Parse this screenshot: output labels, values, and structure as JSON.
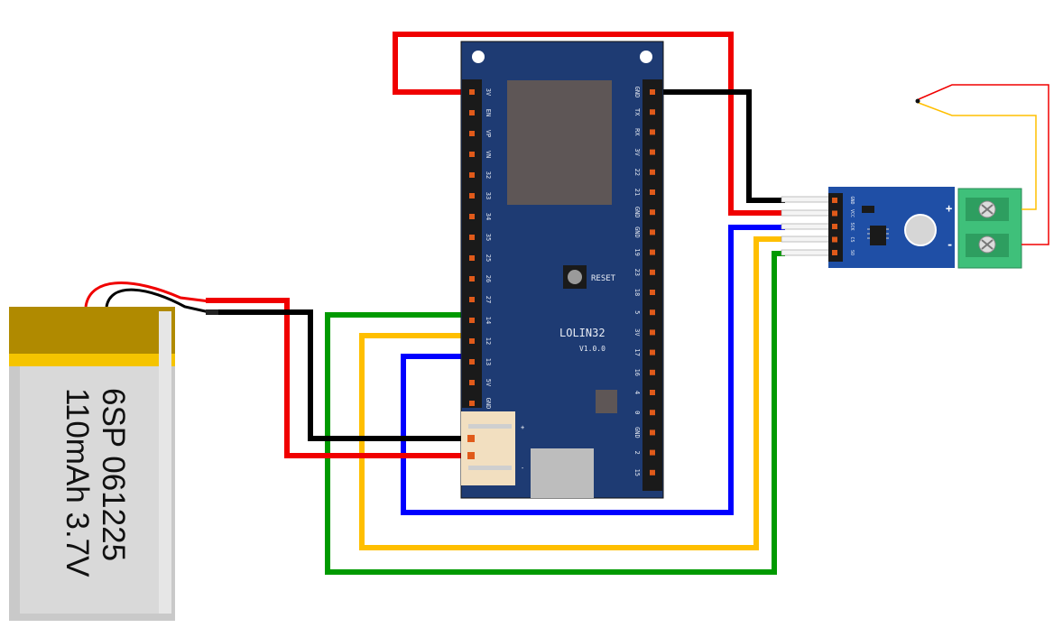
{
  "battery": {
    "line1": "6SP 061225",
    "line2": "110mAh 3.7V"
  },
  "board": {
    "name": "LOLIN32",
    "version": "V1.0.0",
    "reset_label": "RESET",
    "connector_plus": "+",
    "connector_minus": "-",
    "left_pins": [
      "3V",
      "EN",
      "VP",
      "VN",
      "32",
      "33",
      "34",
      "35",
      "25",
      "26",
      "27",
      "14",
      "12",
      "13",
      "5V",
      "GND"
    ],
    "right_pins": [
      "GND",
      "TX",
      "RX",
      "3V",
      "22",
      "21",
      "GND",
      "GND",
      "19",
      "23",
      "18",
      "5",
      "3V",
      "17",
      "16",
      "4",
      "0",
      "GND",
      "2",
      "15"
    ]
  },
  "module": {
    "pins": [
      "GND",
      "VCC",
      "SCK",
      "CS",
      "SO"
    ],
    "plus": "+",
    "minus": "-"
  },
  "colors": {
    "red": "#f00000",
    "black": "#000000",
    "blue": "#0000ff",
    "yellow": "#ffbf00",
    "green": "#009a00",
    "board": "#1e3b73",
    "module": "#1f4fa6",
    "terminal": "#3fc07a"
  }
}
